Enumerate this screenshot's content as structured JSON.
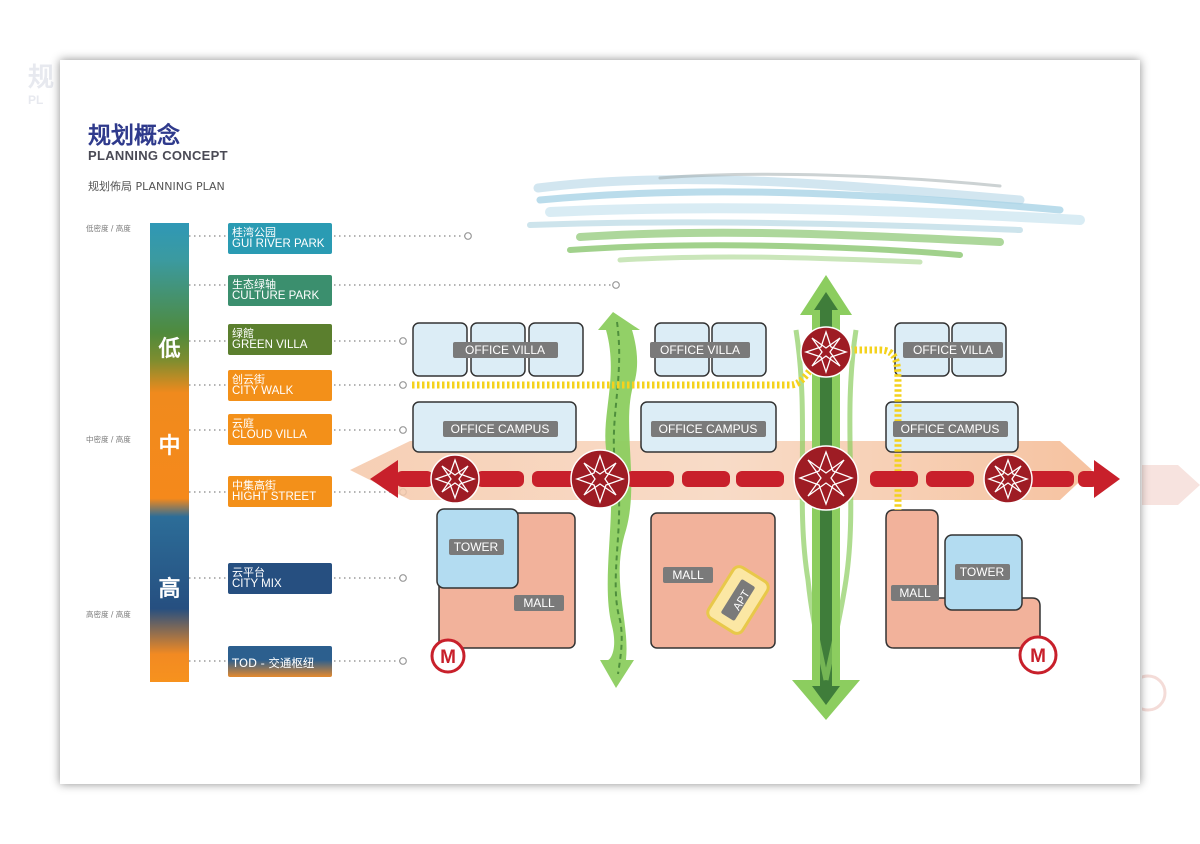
{
  "header": {
    "title_cn": "规划概念",
    "title_en": "PLANNING CONCEPT",
    "plan_label": "规划佈局 PLANNING PLAN"
  },
  "density_labels": {
    "low": "低密度 / 高度",
    "mid": "中密度 / 高度",
    "high": "高密度 / 高度"
  },
  "density_bar": {
    "low": "低",
    "mid": "中",
    "high": "高"
  },
  "zones": [
    {
      "cn": "桂湾公园",
      "en": "GUI RIVER PARK",
      "color": "#2a9bb3"
    },
    {
      "cn": "生态绿轴",
      "en": "CULTURE PARK",
      "color": "#3b8f6e"
    },
    {
      "cn": "绿館",
      "en": "GREEN VILLA",
      "color": "#5b7f2e"
    },
    {
      "cn": "创云街",
      "en": "CITY WALK",
      "color": "#f39019"
    },
    {
      "cn": "云庭",
      "en": "CLOUD VILLA",
      "color": "#f39019"
    },
    {
      "cn": "中集高街",
      "en": "HIGHT STREET",
      "color": "#f39019"
    },
    {
      "cn": "云平台",
      "en": "CITY MIX",
      "color": "#264f80"
    },
    {
      "single": "TOD - 交通枢纽",
      "color": "#2c5f8e"
    }
  ],
  "buildings": {
    "office_villa": "OFFICE VILLA",
    "office_campus": "OFFICE CAMPUS",
    "tower": "TOWER",
    "mall": "MALL",
    "apt": "APT",
    "metro": "M"
  },
  "colors": {
    "high_street_red": "#c8202b",
    "green_axis": "#7cc24a",
    "green_axis_dark": "#3d7b3a",
    "yellow_walk": "#f4d21c",
    "mall_fill": "#f2b29b",
    "office_fill": "#dcedf6",
    "tower_fill": "#b3dcf1"
  }
}
